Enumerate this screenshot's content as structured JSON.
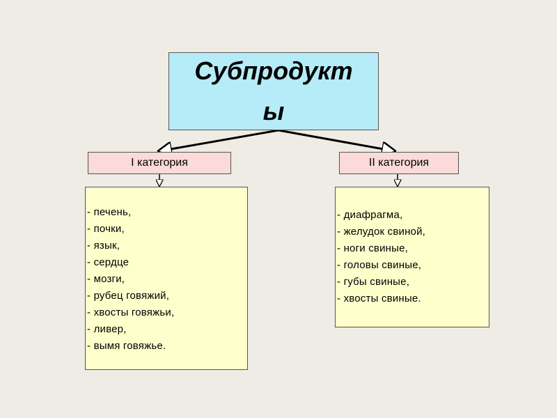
{
  "title": "Субпродукты",
  "categories": [
    {
      "label": "I категория",
      "items": [
        "- печень,",
        "- почки,",
        "- язык,",
        "- сердце",
        "- мозги,",
        "- рубец говяжий,",
        "- хвосты говяжьи,",
        "- ливер,",
        "- вымя говяжье."
      ]
    },
    {
      "label": "II категория",
      "items": [
        "- диафрагма,",
        "- желудок свиной,",
        "- ноги свиные,",
        "- головы свиные,",
        "- губы свиные,",
        "- хвосты свиные."
      ]
    }
  ]
}
